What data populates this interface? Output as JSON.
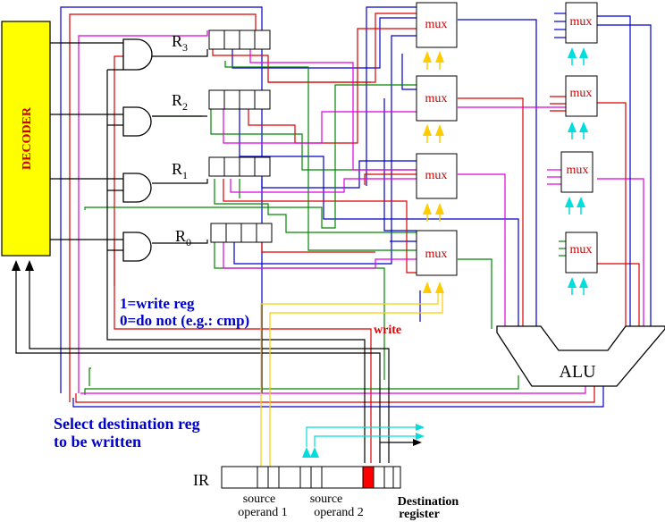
{
  "decoder": {
    "label": "DECODER",
    "fill": "#ffff00",
    "text_color": "#cc0000"
  },
  "registers": [
    {
      "name": "R",
      "sub": "3"
    },
    {
      "name": "R",
      "sub": "2"
    },
    {
      "name": "R",
      "sub": "1"
    },
    {
      "name": "R",
      "sub": "0"
    }
  ],
  "mux": {
    "label": "mux",
    "text_color": "#cc0000"
  },
  "alu": {
    "label": "ALU"
  },
  "annotations": {
    "write_reg_line1": "1=write reg",
    "write_reg_line2": "0=do not (e.g.: cmp)",
    "write": "write",
    "select_dest_line1": "Select destination reg",
    "select_dest_line2": "to be written"
  },
  "ir": {
    "label": "IR",
    "field_source1_line1": "source",
    "field_source1_line2": "operand 1",
    "field_source2_line1": "source",
    "field_source2_line2": "operand 2",
    "field_dest_line1": "Destination",
    "field_dest_line2": "register"
  },
  "colors": {
    "blue": "#0000cc",
    "red": "#dd0000",
    "green": "#008800",
    "magenta": "#dd00dd",
    "yellow": "#ffcc00",
    "cyan": "#00dddd",
    "black": "#000000"
  }
}
